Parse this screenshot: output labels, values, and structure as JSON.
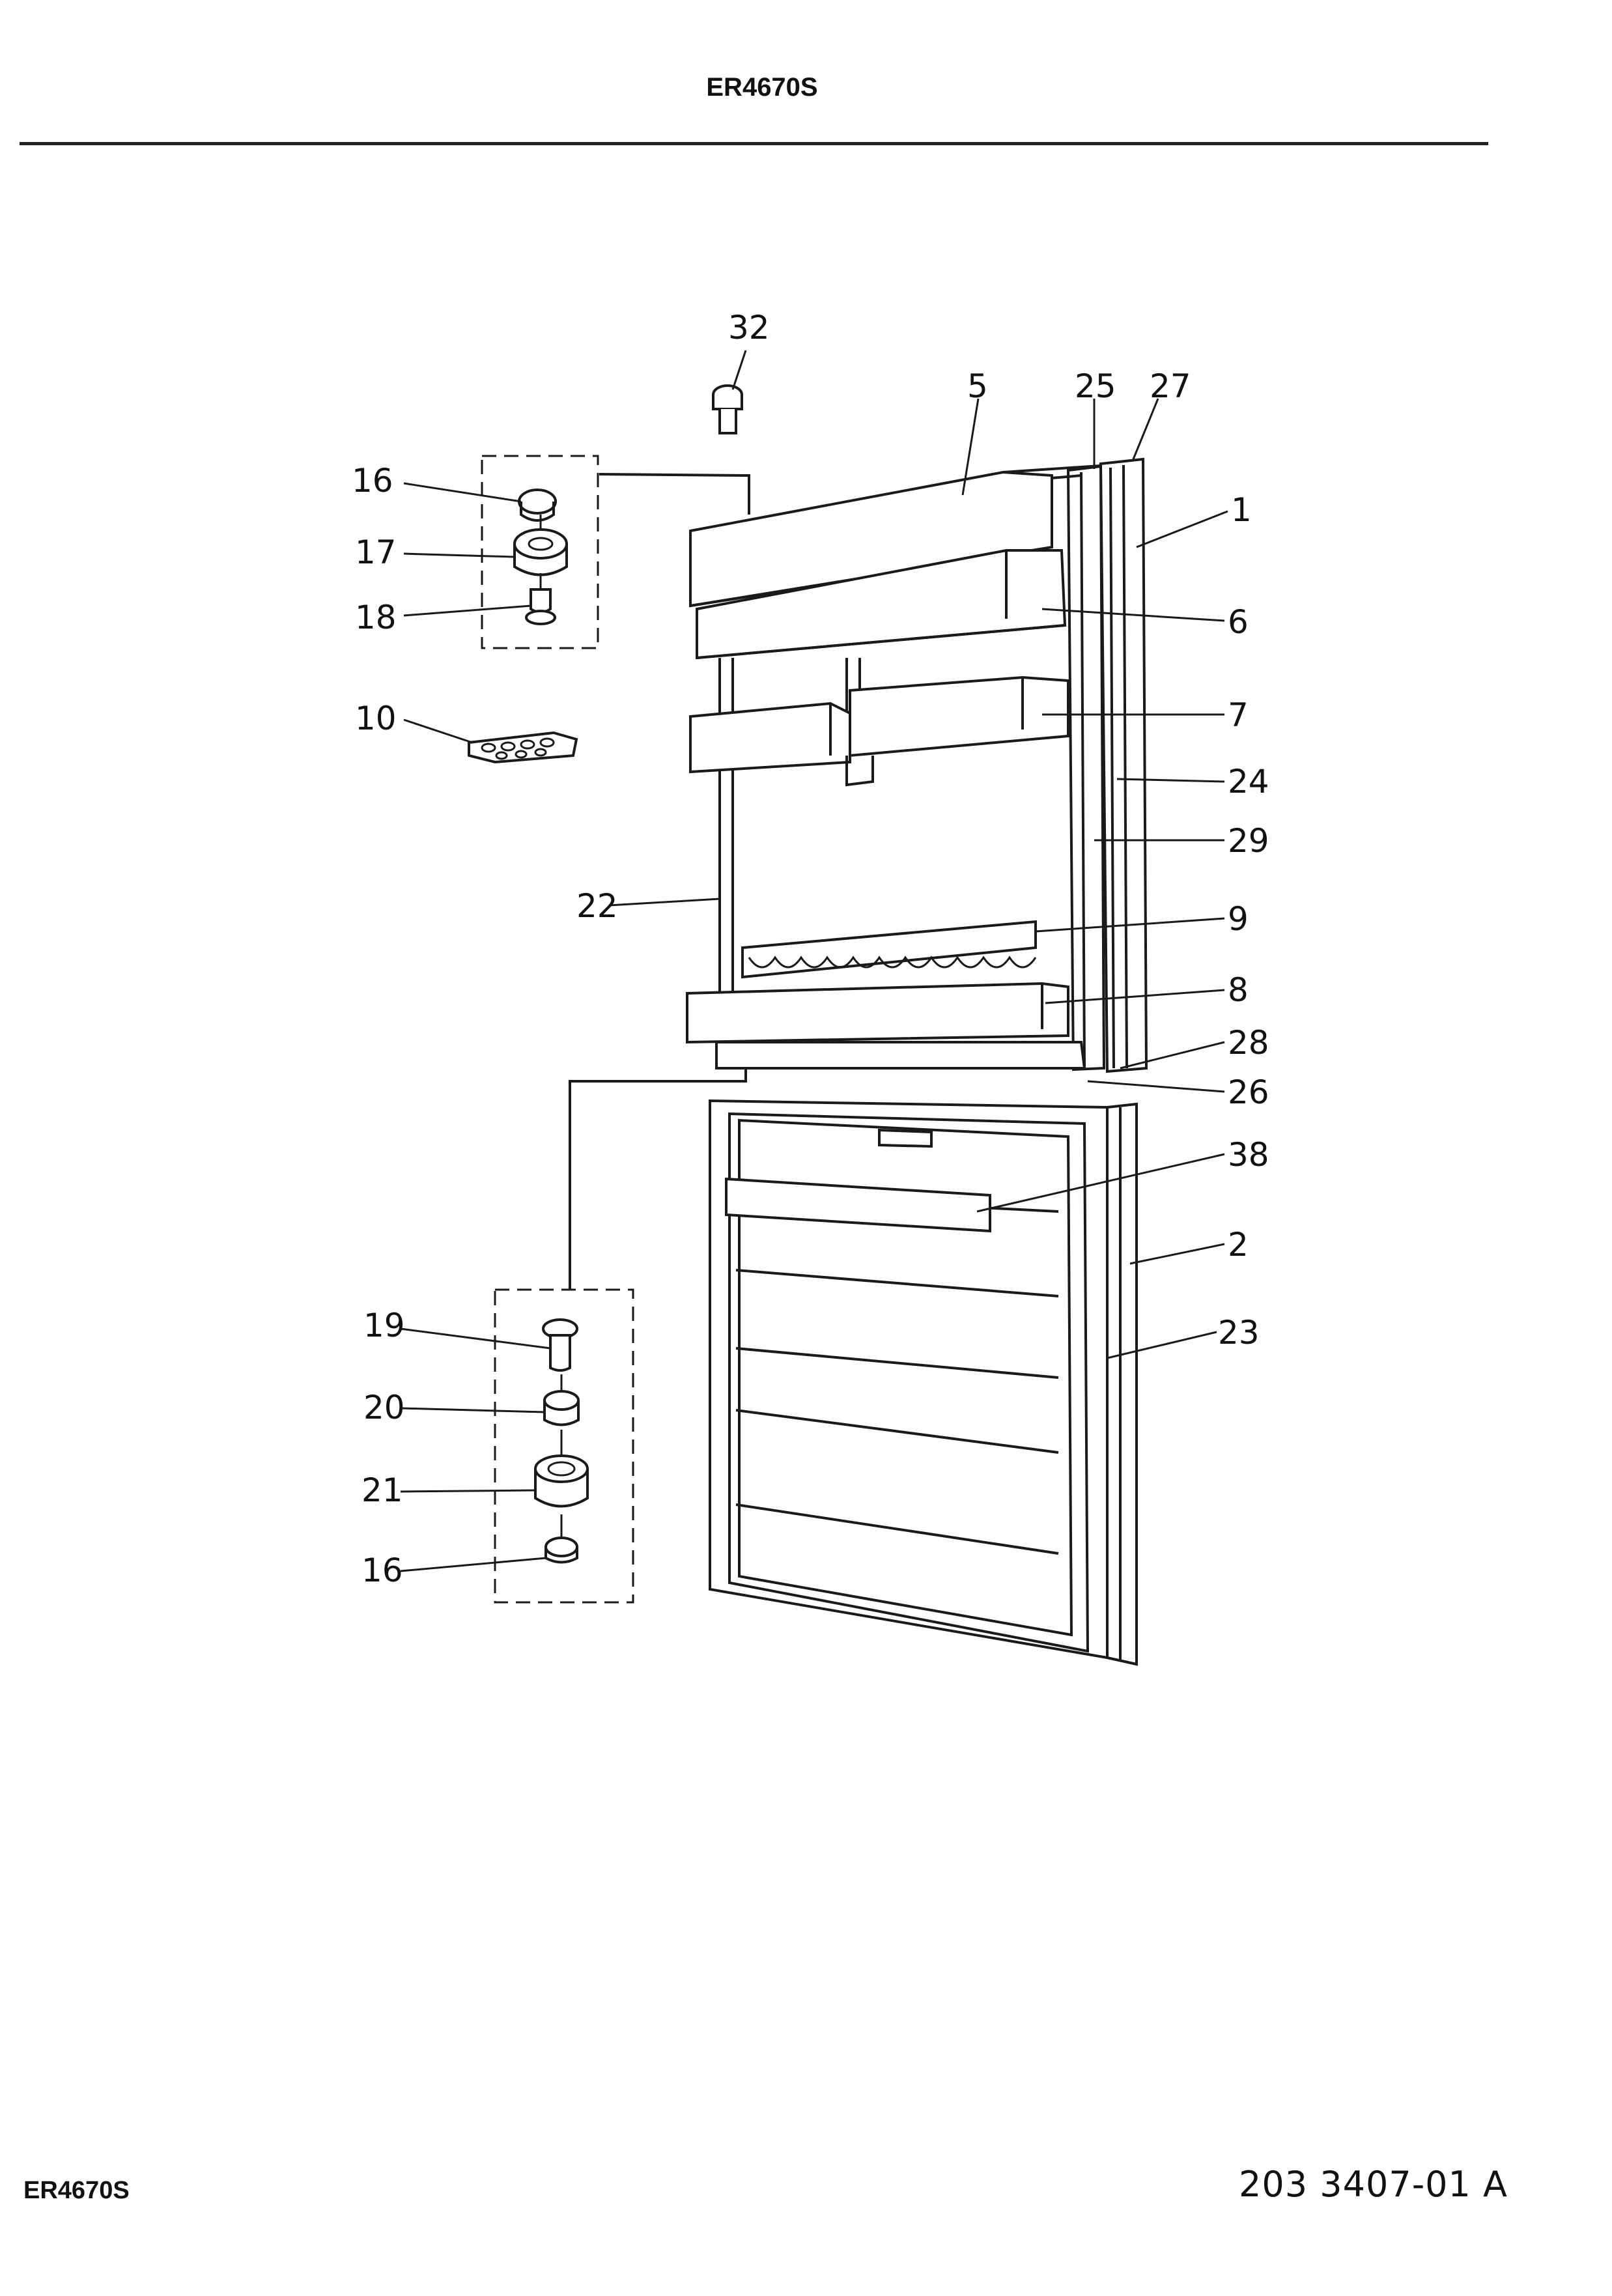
{
  "header": {
    "model": "ER4670S"
  },
  "footer": {
    "model": "ER4670S",
    "drawing_number": "203 3407-01 A"
  },
  "callouts": [
    {
      "id": "c32",
      "label": "32"
    },
    {
      "id": "c5",
      "label": "5"
    },
    {
      "id": "c25",
      "label": "25"
    },
    {
      "id": "c27",
      "label": "27"
    },
    {
      "id": "c16a",
      "label": "16"
    },
    {
      "id": "c17",
      "label": "17"
    },
    {
      "id": "c18",
      "label": "18"
    },
    {
      "id": "c1",
      "label": "1"
    },
    {
      "id": "c6",
      "label": "6"
    },
    {
      "id": "c10",
      "label": "10"
    },
    {
      "id": "c7",
      "label": "7"
    },
    {
      "id": "c24",
      "label": "24"
    },
    {
      "id": "c29",
      "label": "29"
    },
    {
      "id": "c22",
      "label": "22"
    },
    {
      "id": "c9",
      "label": "9"
    },
    {
      "id": "c8",
      "label": "8"
    },
    {
      "id": "c28",
      "label": "28"
    },
    {
      "id": "c26",
      "label": "26"
    },
    {
      "id": "c38",
      "label": "38"
    },
    {
      "id": "c2",
      "label": "2"
    },
    {
      "id": "c19",
      "label": "19"
    },
    {
      "id": "c23",
      "label": "23"
    },
    {
      "id": "c20",
      "label": "20"
    },
    {
      "id": "c21",
      "label": "21"
    },
    {
      "id": "c16b",
      "label": "16"
    }
  ]
}
